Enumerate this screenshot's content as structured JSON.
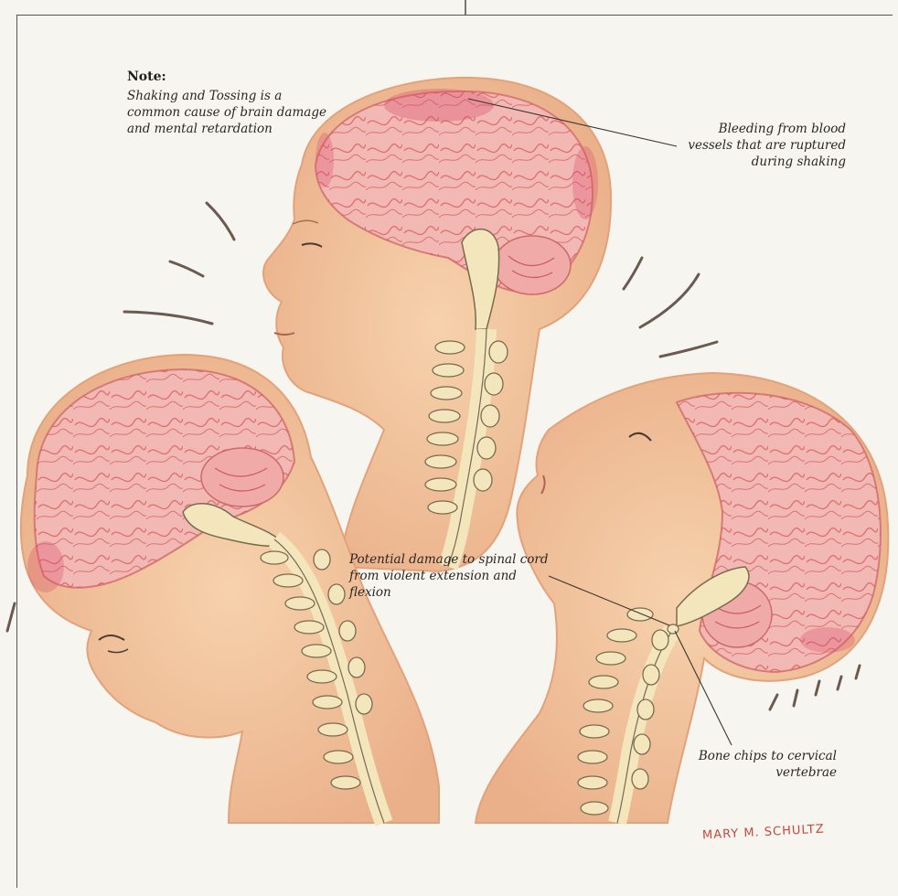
{
  "note": {
    "title": "Note:",
    "text": "Shaking and Tossing is a common cause of brain damage and mental retardation"
  },
  "labels": {
    "bleeding": "Bleeding from blood vessels that are ruptured during shaking",
    "spinal": "Potential damage to spinal cord from violent extension and flexion",
    "bone_chips": "Bone chips to cervical vertebrae"
  },
  "signature": "MARY M. SCHULTZ",
  "colors": {
    "skin": "#f2c49a",
    "skin_shadow": "#e6a47c",
    "brain": "#f0b6b2",
    "brain_vessels": "#d8555a",
    "bleed": "#d94a6a",
    "spine": "#f1e2b6",
    "spine_outline": "#7a6a50",
    "paper": "#f7f5f0",
    "signature": "#c8463c"
  }
}
